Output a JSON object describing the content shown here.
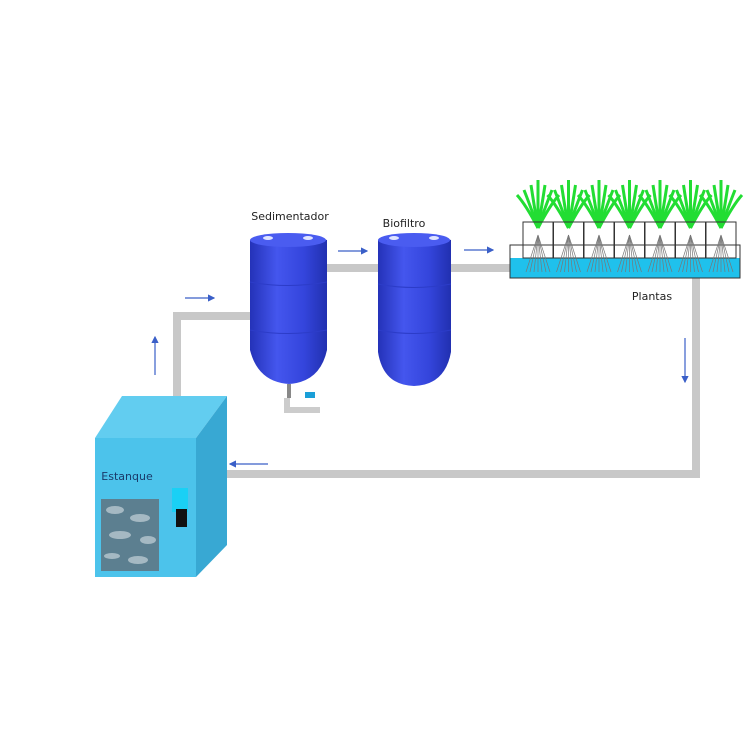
{
  "labels": {
    "sedimentador": "Sedimentador",
    "biofiltro": "Biofiltro",
    "plantas": "Plantas",
    "estanque": "Estanque"
  },
  "colors": {
    "barrel": "#3344d8",
    "pipe": "#c8c8c8",
    "tank": "#4cc3eb",
    "water": "#1fc1ec",
    "plant": "#22dd33",
    "arrow": "#3a5fc8"
  }
}
